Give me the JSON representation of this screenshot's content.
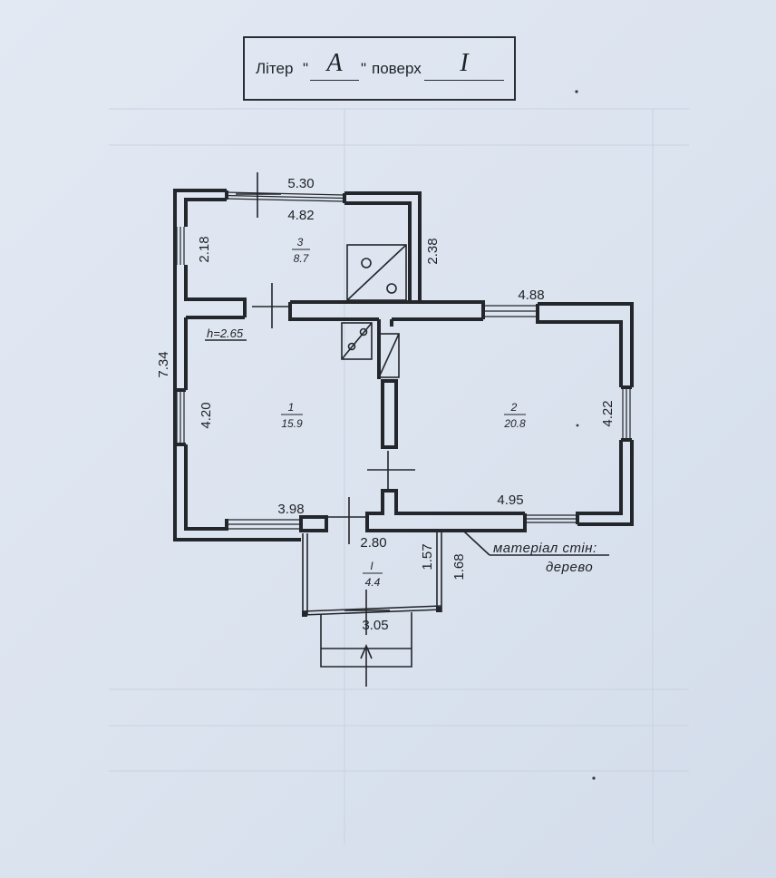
{
  "header": {
    "liter_label": "Літер",
    "liter_quote_open": "\"",
    "liter_quote_close": "\"",
    "liter_value": "A",
    "floor_label": "поверх",
    "floor_value": "I"
  },
  "rooms": [
    {
      "number": "3",
      "area": "8.7"
    },
    {
      "number": "1",
      "area": "15.9"
    },
    {
      "number": "2",
      "area": "20.8"
    },
    {
      "number": "I",
      "area": "4.4"
    }
  ],
  "ceiling_height": "h=2.65",
  "dimensions": {
    "top_outer": "5.30",
    "top_inner": "4.82",
    "room3_left": "2.18",
    "room3_right": "2.38",
    "left_total": "7.34",
    "room1_height": "4.20",
    "room2_top": "4.88",
    "room2_right": "4.22",
    "room1_bottom": "3.98",
    "room2_bottom": "4.95",
    "porch_top": "2.80",
    "porch_inner_side": "1.57",
    "porch_outer_side": "1.68",
    "porch_bottom": "3.05"
  },
  "wall_material": {
    "label": "матеріал стін:",
    "value": "дерево"
  }
}
